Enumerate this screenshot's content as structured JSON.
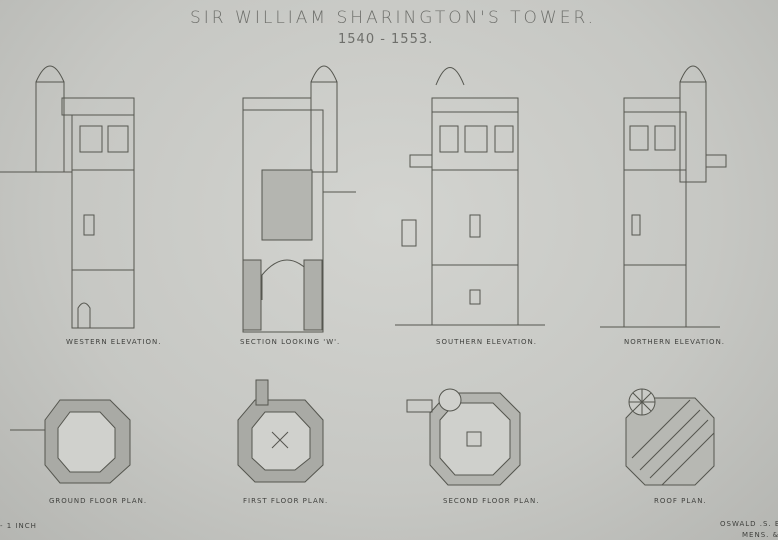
{
  "title": "SIR WILLIAM SHARINGTON'S TOWER.",
  "years": "1540 - 1553.",
  "elevations": [
    "WESTERN ELEVATION.",
    "SECTION LOOKING 'W'.",
    "SOUTHERN ELEVATION.",
    "NORTHERN ELEVATION."
  ],
  "plans": [
    "GROUND FLOOR PLAN.",
    "FIRST FLOOR PLAN.",
    "SECOND FLOOR PLAN.",
    "ROOF PLAN."
  ],
  "scale_note": "- 1 INCH",
  "signature": [
    "OSWALD .S. BA",
    "MENS. &"
  ]
}
